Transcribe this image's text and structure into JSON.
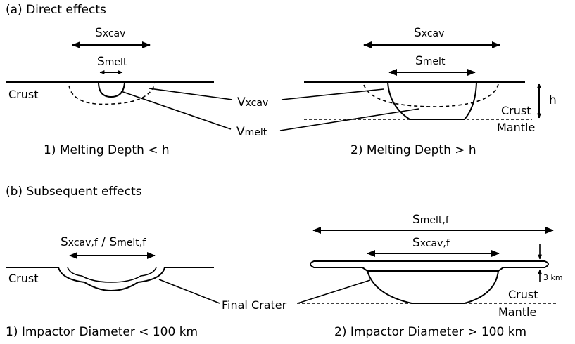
{
  "section_a": "(a) Direct effects",
  "section_b": "(b) Subsequent effects",
  "captions": {
    "a1": "1) Melting Depth < h",
    "a2": "2) Melting Depth > h",
    "b1": "1) Impactor Diameter < 100 km",
    "b2": "2) Impactor Diameter > 100 km"
  },
  "layers": {
    "crust": "Crust",
    "mantle": "Mantle"
  },
  "symbols": {
    "s_xcav": {
      "main": "S",
      "sub": "xcav"
    },
    "s_melt": {
      "main": "S",
      "sub": "melt"
    },
    "v_xcav": {
      "main": "V",
      "sub": "xcav"
    },
    "v_melt": {
      "main": "V",
      "sub": "melt"
    },
    "s_xcav_f_melt_f": {
      "main": "S",
      "sub": "xcav,f",
      "sep": " / ",
      "main2": "S",
      "sub2": "melt,f"
    },
    "s_melt_f": {
      "main": "S",
      "sub": "melt,f"
    },
    "s_xcav_f": {
      "main": "S",
      "sub": "xcav,f"
    }
  },
  "h_label": "h",
  "final_crater": "Final Crater",
  "thickness_label": "3 km"
}
